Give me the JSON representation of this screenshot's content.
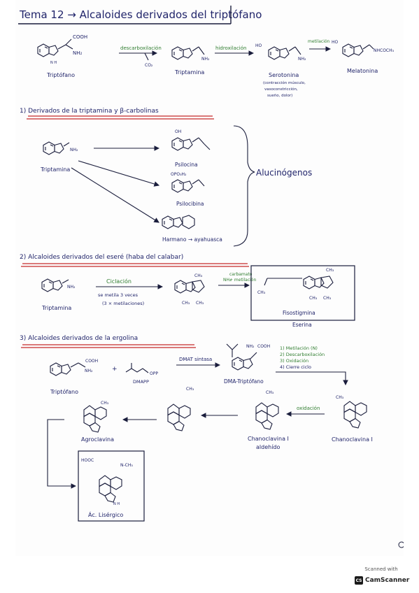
{
  "title": "Tema 12 → Alcaloides derivados del triptófano",
  "top_row": {
    "cooh": "COOH",
    "nh2": "NH₂",
    "nh2_b": "NH₂",
    "nh2_c": "NH₂",
    "ho": "HO",
    "ho_b": "HO",
    "nhcoch3": "NHCOCH₃",
    "n_h": "N H",
    "co2": "CO₂",
    "step1": "descarboxilación",
    "step2": "hidroxilación",
    "step3": "metilación",
    "triptofano": "Triptófano",
    "triptamina": "Triptamina",
    "serotonina": "Serotonina",
    "serotonina_note_1": "(contracción músculo,",
    "serotonina_note_2": "vasoconstricción,",
    "serotonina_note_3": "sueño, dolor)",
    "melatonina": "Melatonina"
  },
  "section1": {
    "heading": "1) Derivados de la triptamina y β-carbolinas",
    "triptamina": "Triptamina",
    "nh2": "NH₂",
    "oh": "OH",
    "opo3h2": "OPO₃H₂",
    "psilocina": "Psilocina",
    "psilocibina": "Psilocibina",
    "harmano": "Harmano → ayahuasca",
    "alucinogenos": "Alucinógenos"
  },
  "section2": {
    "heading": "2) Alcaloides derivados del eseré (haba del calabar)",
    "triptamina": "Triptamina",
    "nh2": "NH₂",
    "ciclacion": "Ciclación",
    "se_metila": "se metila 3 veces",
    "metilaciones": "(3 × metilaciones)",
    "ch3": "CH₃",
    "carbamato": "carbamato",
    "nh2_step": "NH₂",
    "metilacion": "+ metilación",
    "fisostigmina": "Fisostigmina",
    "eserina": "Eserina"
  },
  "section3": {
    "heading": "3) Alcaloides derivados de la ergolina",
    "triptofano": "Triptófano",
    "cooh": "COOH",
    "nh2": "NH₂",
    "opp": "OPP",
    "dmapp": "DMAPP",
    "dmat": "DMAT sintasa",
    "dma_trip": "DMA-Triptófano",
    "steps": [
      "1) Metilación (N)",
      "2) Descarboxilación",
      "3) Oxidación",
      "4) Cierre ciclo"
    ],
    "oxidacion": "oxidación",
    "chanoclavina": "Chanoclavina I",
    "chano_aldehido_1": "Chanoclavina I",
    "chano_aldehido_2": "aldehído",
    "agroclavina": "Agroclavina",
    "ac_lisergico": "Ác. Lisérgico",
    "hooc": "HOOC",
    "nch3": "N-CH₃",
    "ch3": "CH₃",
    "nh": "N H"
  },
  "footer": {
    "scanned_with": "Scanned with",
    "brand": "CamScanner",
    "logo": "CS"
  }
}
